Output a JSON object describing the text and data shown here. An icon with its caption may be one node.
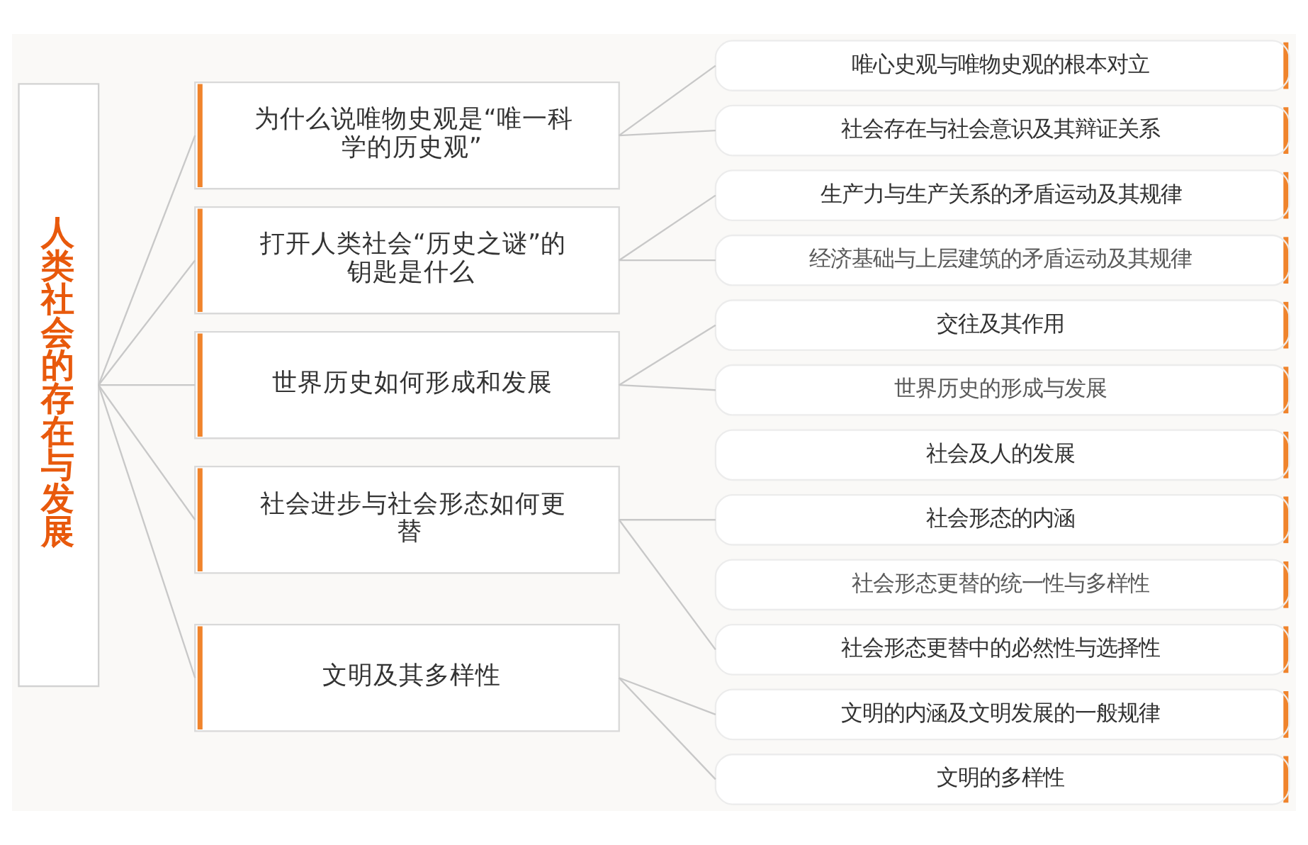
{
  "diagram": {
    "nodes": [
      {
        "text": [
          "人类社会的存在与发展"
        ]
      },
      {
        "text": [
          "为什么说唯物史观是“唯一科学的历史观”"
        ]
      },
      {
        "text": [
          "唯心史观与唯物史观的根本对立"
        ]
      },
      {
        "text": [
          "社会存在与社会意识及其辩证关系"
        ]
      },
      {
        "text": [
          "打开人类社会“历史之谜”的钥匙是什么"
        ]
      },
      {
        "text": [
          "生产力与生产关系的矛盾运动及其规律"
        ]
      },
      {
        "text": [
          "经济基础与上层建筑的矛盾运动及其规律"
        ]
      },
      {
        "text": [
          "世界历史如何形成和发展"
        ]
      },
      {
        "text": [
          "交往及其作用"
        ]
      },
      {
        "text": [
          "世界历史的形成与发展"
        ]
      },
      {
        "text": [
          "社会及人的发展"
        ]
      },
      {
        "text": [
          "社会进步与社会形态如何更替"
        ]
      },
      {
        "text": [
          "社会形态的内涵"
        ]
      },
      {
        "text": [
          "社会形态更替的统一性与多样性"
        ]
      },
      {
        "text": [
          "社会形态更替中的必然性与选择性"
        ]
      },
      {
        "text": [
          "文明及其多样性"
        ]
      },
      {
        "text": [
          "文明的内涵及文明发展的一般规律"
        ]
      },
      {
        "text": [
          "文明的多样性"
        ]
      }
    ],
    "edges": [
      {
        "from": 0,
        "to": 1,
        "arrow": "none"
      },
      {
        "from": 0,
        "to": 4,
        "arrow": "none"
      },
      {
        "from": 0,
        "to": 7,
        "arrow": "none"
      },
      {
        "from": 0,
        "to": 11,
        "arrow": "none"
      },
      {
        "from": 0,
        "to": 15,
        "arrow": "none"
      },
      {
        "from": 1,
        "to": 2,
        "arrow": "none"
      },
      {
        "from": 1,
        "to": 3,
        "arrow": "none"
      },
      {
        "from": 4,
        "to": 5,
        "arrow": "none"
      },
      {
        "from": 4,
        "to": 6,
        "arrow": "none"
      },
      {
        "from": 7,
        "to": 8,
        "arrow": "none"
      },
      {
        "from": 7,
        "to": 9,
        "arrow": "none"
      },
      {
        "from": 11,
        "to": 12,
        "arrow": "none"
      },
      {
        "from": 11,
        "to": 14,
        "arrow": "none"
      },
      {
        "from": 15,
        "to": 16,
        "arrow": "none"
      },
      {
        "from": 15,
        "to": 17,
        "arrow": "none"
      }
    ]
  }
}
